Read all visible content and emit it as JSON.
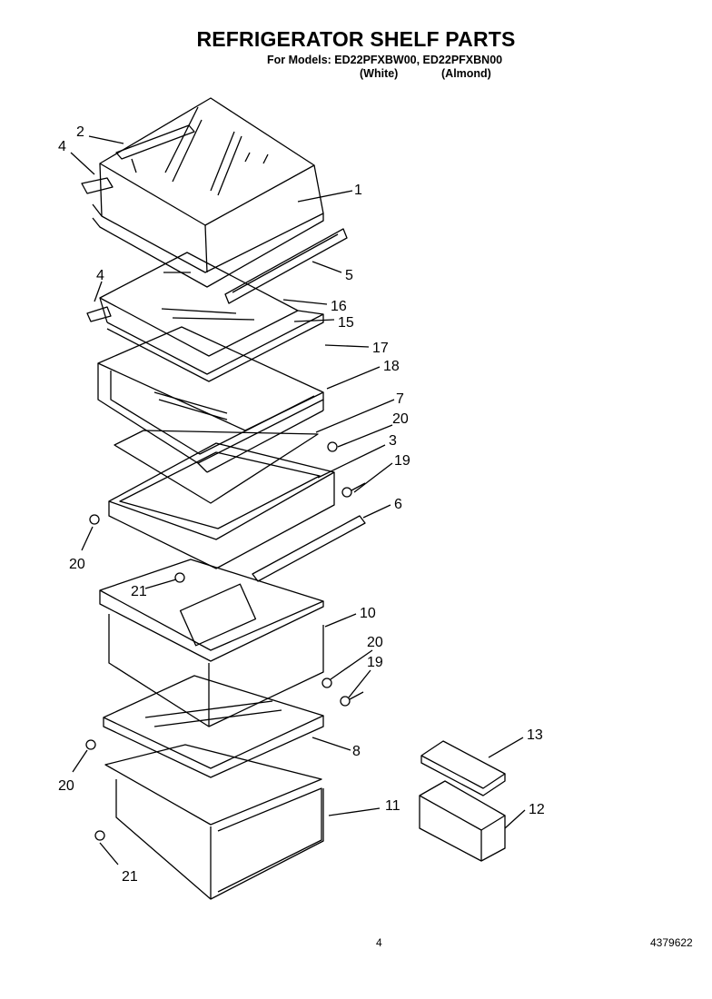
{
  "header": {
    "title": "REFRIGERATOR SHELF PARTS",
    "models_line": "For Models: ED22PFXBW00, ED22PFXBN00",
    "variant_white": "(White)",
    "variant_almond": "(Almond)"
  },
  "callouts": {
    "c1": "1",
    "c2": "2",
    "c3": "3",
    "c4a": "4",
    "c4b": "4",
    "c5": "5",
    "c6": "6",
    "c7": "7",
    "c8": "8",
    "c10": "10",
    "c11": "11",
    "c12": "12",
    "c13": "13",
    "c15": "15",
    "c16": "16",
    "c17": "17",
    "c18": "18",
    "c19a": "19",
    "c19b": "19",
    "c20a": "20",
    "c20b": "20",
    "c20c": "20",
    "c20d": "20",
    "c21a": "21",
    "c21b": "21"
  },
  "footer": {
    "page_number": "4",
    "doc_number": "4379622"
  }
}
